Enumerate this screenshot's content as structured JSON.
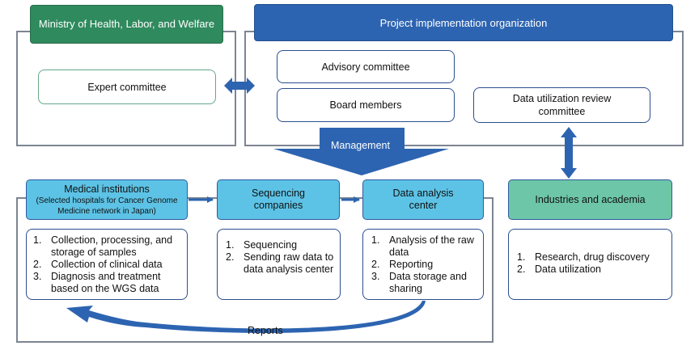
{
  "ministry": {
    "title": "Ministry of Health, Labor, and Welfare",
    "expert_committee": "Expert committee"
  },
  "project": {
    "title": "Project implementation organization",
    "advisory_committee": "Advisory committee",
    "board_members": "Board members",
    "data_review": "Data utilization review committee"
  },
  "management_label": "Management",
  "medical": {
    "title": "Medical institutions",
    "subtitle": "(Selected hospitals for Cancer Genome Medicine network in Japan)",
    "items": [
      {
        "num": "1.",
        "text": "Collection, processing, and storage of samples"
      },
      {
        "num": "2.",
        "text": "Collection of clinical data"
      },
      {
        "num": "3.",
        "text": "Diagnosis and treatment based on the WGS data"
      }
    ]
  },
  "sequencing": {
    "title": "Sequencing companies",
    "items": [
      {
        "num": "1.",
        "text": "Sequencing"
      },
      {
        "num": "2.",
        "text": "Sending raw data to data analysis center"
      }
    ]
  },
  "analysis": {
    "title": "Data analysis center",
    "items": [
      {
        "num": "1.",
        "text": "Analysis of the raw data"
      },
      {
        "num": "2.",
        "text": "Reporting"
      },
      {
        "num": "3.",
        "text": "Data storage and sharing"
      }
    ]
  },
  "industries": {
    "title": "Industries and academia",
    "items": [
      {
        "num": "1.",
        "text": "Research, drug discovery"
      },
      {
        "num": "2.",
        "text": "Data utilization"
      }
    ]
  },
  "reports_label": "Reports",
  "colors": {
    "ministry_green": "#2f8a5e",
    "project_blue": "#2d64b1",
    "arrow_blue": "#2d64b1",
    "cyan": "#5dc3e6",
    "teal": "#6dc6a7"
  }
}
